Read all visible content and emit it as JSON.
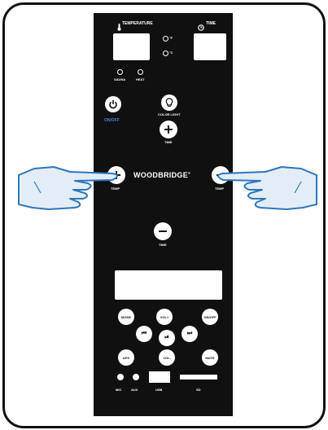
{
  "panel": {
    "temperature_label": "TEMPERATURE",
    "time_label": "TIME",
    "unit_f": "°F",
    "unit_c": "°C",
    "sauna_label": "SAUNA",
    "heat_label": "HEAT",
    "power_label": "ON/OFF",
    "color_light_label": "COLOR LIGHT",
    "time_plus_label": "TIME",
    "brand": "WOODBRIDGE",
    "brand_mark": "®",
    "temp_plus_label": "TEMP",
    "temp_minus_label": "TEMP",
    "time_minus_label": "TIME"
  },
  "media": {
    "mode": "MODE",
    "vol_plus": "VOL+",
    "on_off": "ON/OFF",
    "prev": "⏮",
    "play_pause": "⏯",
    "next": "⏭",
    "aps": "APS",
    "vol_minus": "VOL-",
    "mute": "MUTE",
    "mic": "MIC",
    "aux": "AUX",
    "usb": "USB",
    "sd": "SD"
  },
  "colors": {
    "panel": "#101010",
    "foreground": "#ffffff",
    "power_accent": "#4d7fd6",
    "hand_fill": "#e3edf8",
    "hand_stroke": "#2f76b9"
  },
  "icons": {
    "thermometer": "thermometer-icon",
    "clock": "clock-icon",
    "power": "power-icon",
    "light": "light-bulb-icon",
    "plus": "plus-icon",
    "minus": "minus-icon",
    "hand_left": "pointing-hand-right-icon",
    "hand_right": "pointing-hand-left-icon"
  }
}
